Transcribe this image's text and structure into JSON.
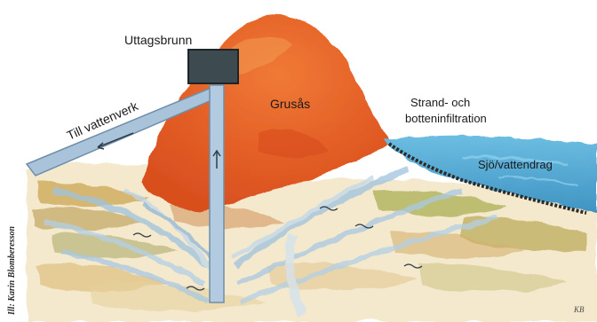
{
  "labels": {
    "well": "Uttagsbrunn",
    "esker": "Grusås",
    "to_waterworks": "Till vattenverk",
    "infiltration_line1": "Strand- och",
    "infiltration_line2": "botteninfiltration",
    "lake": "Sjö/vattendrag"
  },
  "credit": "Ill: Karin Blomberesson",
  "signature": "KB",
  "colors": {
    "esker": "#e8622a",
    "esker_highlight": "#f08a3e",
    "lake": "#5aaed6",
    "pipe": "#a9c4da",
    "well_box": "#3d4a50",
    "soil_green": "#9aa64a",
    "soil_tan": "#d9b277",
    "shore": "#2c2a26"
  }
}
